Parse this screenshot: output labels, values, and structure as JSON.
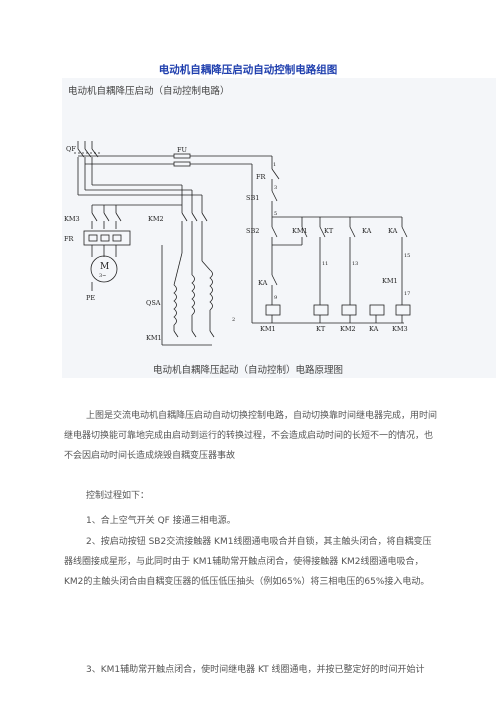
{
  "doc": {
    "title": "电动机自耦降压启动自动控制电路组图",
    "subtitle": "电动机自耦降压启动（自动控制电路）",
    "caption": "电动机自耦降压起动（自动控制）电路原理图",
    "intro": "上图是交流电动机自耦降压启动自动切换控制电路，自动切换靠时间继电器完成，用时间继电器切换能可靠地完成由启动到运行的转换过程，不会造成启动时间的长短不一的情况，也不会因启动时间长造成烧毁自耦变压器事故",
    "process_label": "控制过程如下：",
    "step1": "1、合上空气开关 QF 接通三相电源。",
    "step2": "2、按启动按钮 SB2交流接触器 KM1线圈通电吸合并自锁，其主触头闭合，将自耦变压器线圈接成星形，与此同时由于 KM1辅助常开触点闭合，使得接触器 KM2线圈通电吸合，KM2的主触头闭合由自耦变压器的低压低压抽头（例如65%）将三相电压的65%接入电动。",
    "step3": "3、KM1辅助常开触点闭合，使时间继电器 KT 线圈通电，并按已整定好的时间开始计"
  },
  "diagram": {
    "labels": {
      "qf": "QF",
      "fu": "FU",
      "km3": "KM3",
      "km2": "KM2",
      "fr": "FR",
      "motor": "M",
      "motor_sub": "3~",
      "pe": "PE",
      "qsa": "QSA",
      "km1_main": "KM1",
      "fr_ctrl": "FR",
      "sb1": "SB1",
      "sb2": "SB2",
      "km1_a": "KM1",
      "kt_a": "KT",
      "ka_a": "KA",
      "ka_b": "KA",
      "km1_b": "KM1",
      "ka_c": "KA",
      "coil_km1": "KM1",
      "coil_kt": "KT",
      "coil_km2": "KM2",
      "coil_ka": "KA",
      "coil_km3": "KM3",
      "n1": "1",
      "n2": "2",
      "n3": "3",
      "n5": "5",
      "n11": "11",
      "n13": "13",
      "n15": "15",
      "n17": "17",
      "n9": "9"
    }
  }
}
